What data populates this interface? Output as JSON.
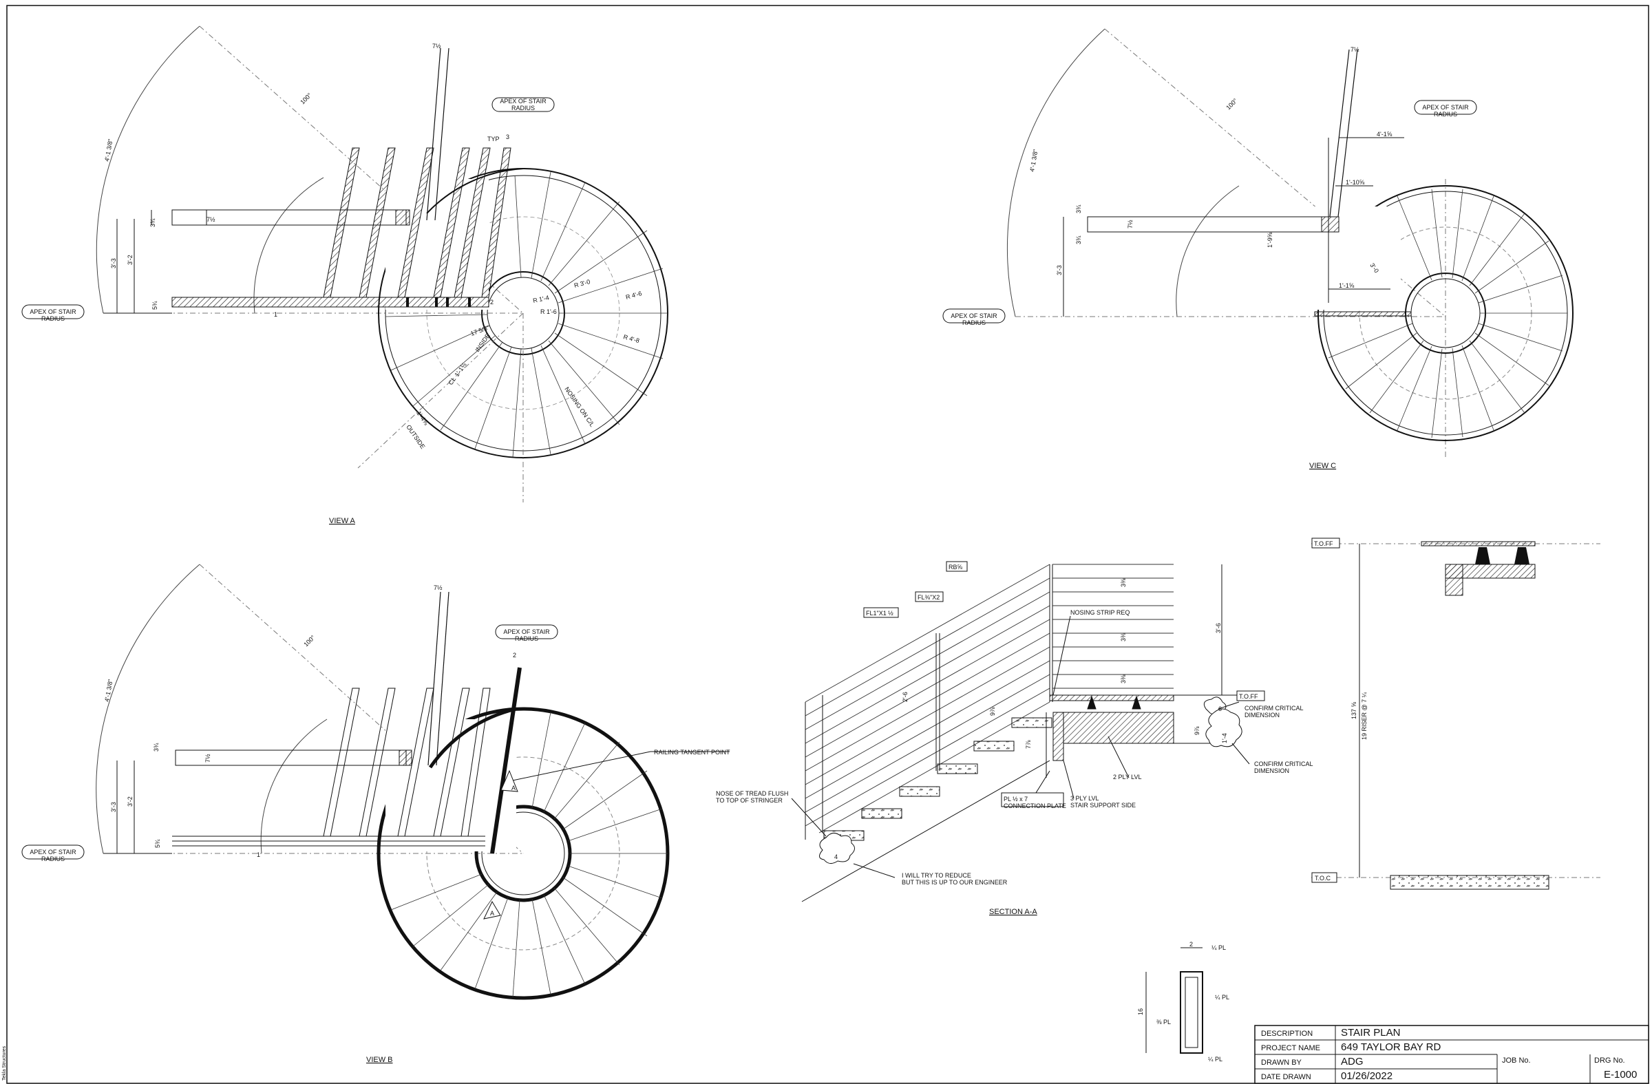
{
  "views": {
    "a": {
      "title": "VIEW A",
      "apex_top": "APEX OF STAIR\nRADIUS",
      "apex_left": "APEX OF STAIR\nRADIUS",
      "dims": {
        "arc": "4'-1 3/8\"",
        "angle": "100°",
        "top": "7½",
        "typ": "TYP",
        "typ_num": "3",
        "h1": "7½",
        "h2": "3¾",
        "h3": "3'-3",
        "h4": "3'-2",
        "h5": "5¾",
        "one": "1",
        "two": "2",
        "r1": "R 1'-4",
        "r2": "R 1'-6",
        "r3": "R 3'-0",
        "r4": "R 4'-6",
        "r5": "R 4'-8",
        "r6": "17 5/8\"",
        "inside": "INSIDE",
        "cl": "CL",
        "cl_dim": "1'-1⅛",
        "outside": "OUTSIDE",
        "outside_dim": "1'-4⅝",
        "nosing": "NOSING ON C/L"
      }
    },
    "b": {
      "title": "VIEW B",
      "apex_top": "APEX OF STAIR\nRADIUS",
      "apex_left": "APEX OF STAIR\nRADIUS",
      "railing": "RAILING TANGENT POINT",
      "section_mark": "A",
      "dims": {
        "arc": "4'-1 3/8\"",
        "angle": "100°",
        "top": "7½",
        "h1": "3¾",
        "h2": "7½",
        "h3": "3'-3",
        "h4": "3'-2",
        "h5": "5¾",
        "one": "1",
        "two": "2"
      }
    },
    "c": {
      "title": "VIEW C",
      "apex_top": "APEX OF STAIR\nRADIUS",
      "apex_left": "APEX OF STAIR\nRADIUS",
      "dims": {
        "arc": "4'-1 3/8\"",
        "angle": "100°",
        "top": "7½",
        "d1": "4'-1⅝",
        "d2": "1'-10⅝",
        "d3": "1'-9⅝",
        "d4": "3'-0",
        "d5": "1'-1⅝",
        "h1": "3¾",
        "h2": "7½",
        "h3": "3¾",
        "h4": "3'-3"
      }
    },
    "section": {
      "title": "SECTION A-A",
      "rb": "RB⅝",
      "fl1": "FL⅜\"X2",
      "fl2": "FL1\"X1 ½",
      "nosing_strip": "NOSING STRIP REQ",
      "toff": "T.O.FF",
      "confirm1": "CONFIRM CRITICAL\nDIMENSION",
      "confirm2": "CONFIRM CRITICAL\nDIMENSION",
      "two_ply": "2 PLY LVL",
      "three_ply": "3 PLY LVL\nSTAIR SUPPORT SIDE",
      "plate": "PL ½ x 7\nCONNECTION PLATE",
      "nose": "NOSE OF TREAD FLUSH\nTO TOP OF STRINGER",
      "reduce": "I WILL TRY TO REDUCE\nBUT THIS IS UP TO OUR ENGINEER",
      "cloud1": "6",
      "cloud2": "1'-4",
      "cloud3": "4",
      "d_36": "3'-6",
      "d_38a": "3⅜",
      "d_38b": "3⅜",
      "d_38c": "3⅜",
      "d_26": "2'-6",
      "d_94": "9⅞",
      "d_710": "7⅞",
      "d_910": "9⅞"
    },
    "elevation": {
      "toff": "T.O.FF",
      "toc": "T.O.C",
      "height": "137 ⅝",
      "risers": "19 RISER @ 7 ¼"
    },
    "channel": {
      "top": "2",
      "pl1": "¼ PL",
      "pl2": "¼ PL",
      "pl3": "⅜ PL",
      "pl4": "¼ PL",
      "height": "16"
    }
  },
  "title_block": {
    "rows": [
      {
        "label": "DESCRIPTION",
        "value": "STAIR PLAN"
      },
      {
        "label": "PROJECT NAME",
        "value": "649 TAYLOR BAY RD"
      },
      {
        "label": "DRAWN BY",
        "value": "ADG"
      },
      {
        "label": "DATE DRAWN",
        "value": "01/26/2022"
      }
    ],
    "job_label": "JOB No.",
    "job_value": "",
    "drg_label": "DRG No.",
    "drg_value": "E-1000"
  },
  "watermark": "Tekla Structures"
}
